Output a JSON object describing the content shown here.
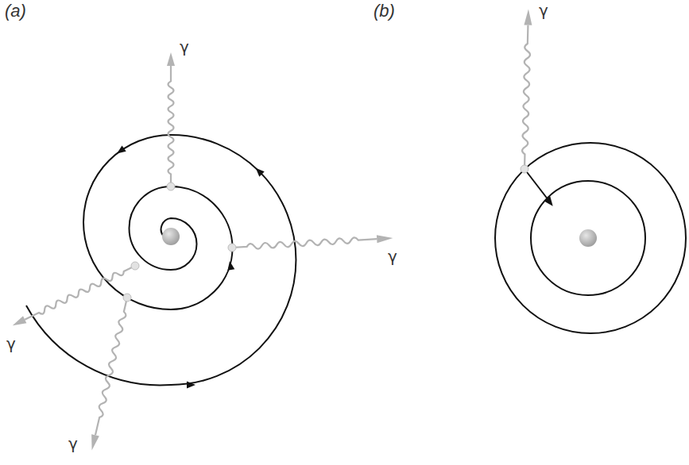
{
  "diagram": {
    "labels": [
      "(a)",
      "(b)",
      "γ",
      "γ",
      "γ",
      "γ",
      "γ"
    ]
  }
}
